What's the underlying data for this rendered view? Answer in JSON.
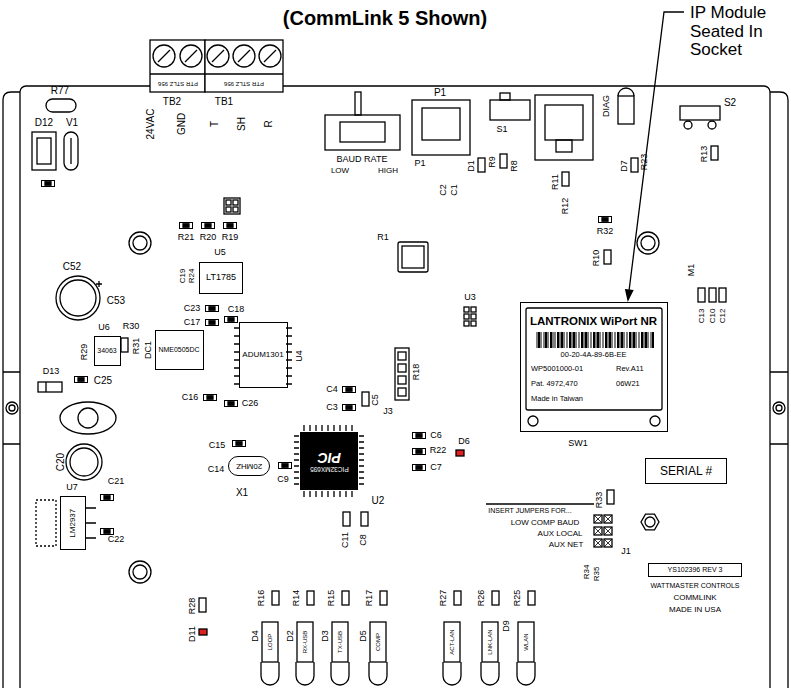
{
  "diagram": {
    "title": "(CommLink 5 Shown)",
    "nodes": [
      {
        "text": [
          "LANTRONIX WiPort NR",
          "00-20-4A-89-6B-EE",
          "WP5001000-01",
          "Rev.A11",
          "Pat. 4972,470",
          "06W21",
          "Made in Taiwan"
        ]
      },
      {
        "text": [
          "SERIAL #"
        ]
      },
      {
        "text": [
          "LT1785"
        ]
      },
      {
        "text": [
          "ADUM1301"
        ]
      },
      {
        "text": [
          "NME0505DC"
        ]
      },
      {
        "text": [
          "34063"
        ]
      },
      {
        "text": [
          "LM2937"
        ]
      },
      {
        "text": [
          "PIC32MX695",
          "PIC"
        ]
      },
      {
        "text": [
          "20MHZ"
        ]
      },
      {
        "text": [
          "YS102396 REV 3"
        ]
      }
    ],
    "labels": [
      "IP Module Seated In Socket",
      "R77",
      "TB2",
      "PTR STLZ 956",
      "TB1",
      "PTR STLZ 956",
      "24VAC",
      "GND",
      "T",
      "SH",
      "R",
      "D12",
      "V1",
      "BAUD RATE",
      "LOW",
      "HIGH",
      "P1",
      "P1",
      "D1",
      "C2",
      "C1",
      "S1",
      "R9",
      "R8",
      "R11",
      "R12",
      "DIAG",
      "D7",
      "R23",
      "S2",
      "R13",
      "R32",
      "R10",
      "R1",
      "M1",
      "U3",
      "R21",
      "R20",
      "R19",
      "U5",
      "C19",
      "R24",
      "C23",
      "C17",
      "C18",
      "U6",
      "R30",
      "R31",
      "R29",
      "C52",
      "C53",
      "DC1",
      "U4",
      "C16",
      "C26",
      "D13",
      "C25",
      "C20",
      "U7",
      "C21",
      "C22",
      "C4",
      "C3",
      "C5",
      "R18",
      "J3",
      "C6",
      "R22",
      "D6",
      "C7",
      "C15",
      "C14",
      "X1",
      "C9",
      "U2",
      "C11",
      "C8",
      "SW1",
      "C10",
      "C12",
      "C13",
      "R33",
      "INSERT JUMPERS FOR...",
      "LOW COMP BAUD",
      "AUX LOCAL",
      "AUX NET",
      "J1",
      "R34",
      "R35",
      "R16",
      "R14",
      "R15",
      "R17",
      "D4",
      "D2",
      "D3",
      "D5",
      "R28",
      "D11",
      "R27",
      "R26",
      "D9",
      "R25",
      "LOOP",
      "RX-USB",
      "TX-USB",
      "COMP",
      "ACT-LAN",
      "LNK-LAN",
      "WLAN",
      "WATTMASTER CONTROLS",
      "COMMLINK",
      "MADE IN USA"
    ]
  }
}
